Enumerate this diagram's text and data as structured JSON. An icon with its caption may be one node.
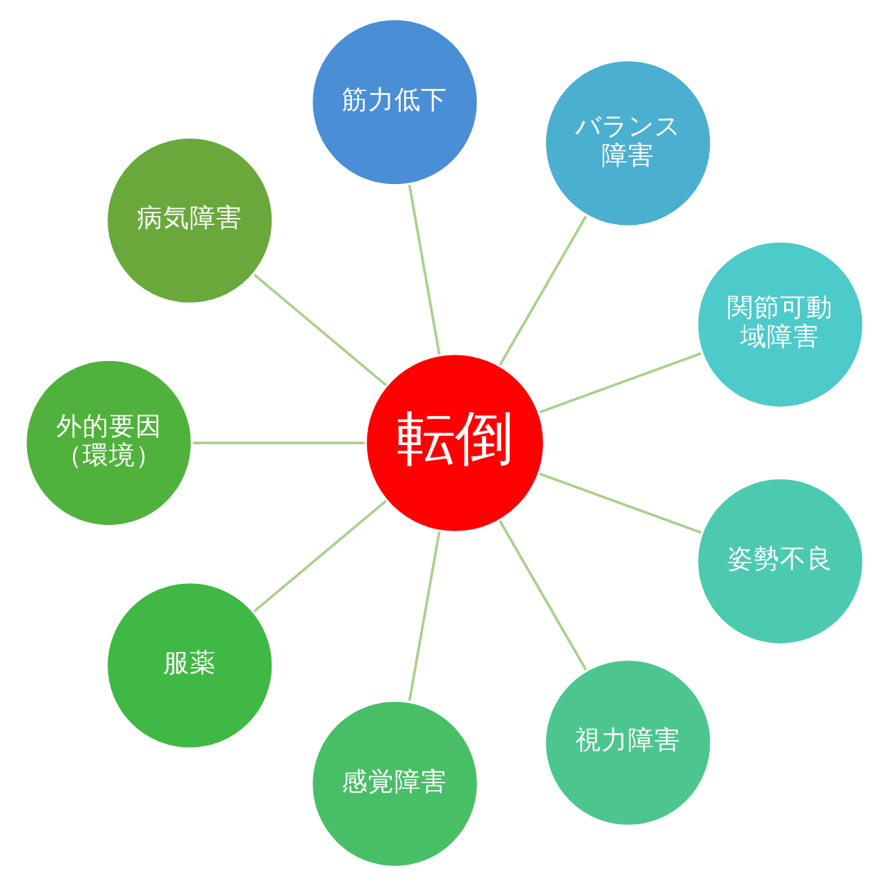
{
  "diagram": {
    "nodes": [
      {
        "text": [
          "転倒"
        ]
      },
      {
        "text": [
          "筋力低下"
        ]
      },
      {
        "text": [
          "バランス障害"
        ]
      },
      {
        "text": [
          "関節可動域障害"
        ]
      },
      {
        "text": [
          "姿勢不良"
        ]
      },
      {
        "text": [
          "視力障害"
        ]
      },
      {
        "text": [
          "感覚障害"
        ]
      },
      {
        "text": [
          "服薬"
        ]
      },
      {
        "text": [
          "外的要因（環境）"
        ]
      },
      {
        "text": [
          "病気障害"
        ]
      }
    ],
    "edges": [
      {
        "from": 0,
        "to": 3,
        "arrow": "none"
      },
      {
        "from": 0,
        "to": 2,
        "arrow": "none"
      },
      {
        "from": 0,
        "to": 1,
        "arrow": "none"
      },
      {
        "from": 0,
        "to": 9,
        "arrow": "none"
      },
      {
        "from": 0,
        "to": 8,
        "arrow": "none"
      },
      {
        "from": 0,
        "to": 7,
        "arrow": "none"
      },
      {
        "from": 0,
        "to": 6,
        "arrow": "none"
      },
      {
        "from": 0,
        "to": 5,
        "arrow": "none"
      },
      {
        "from": 0,
        "to": 4,
        "arrow": "none"
      }
    ]
  }
}
